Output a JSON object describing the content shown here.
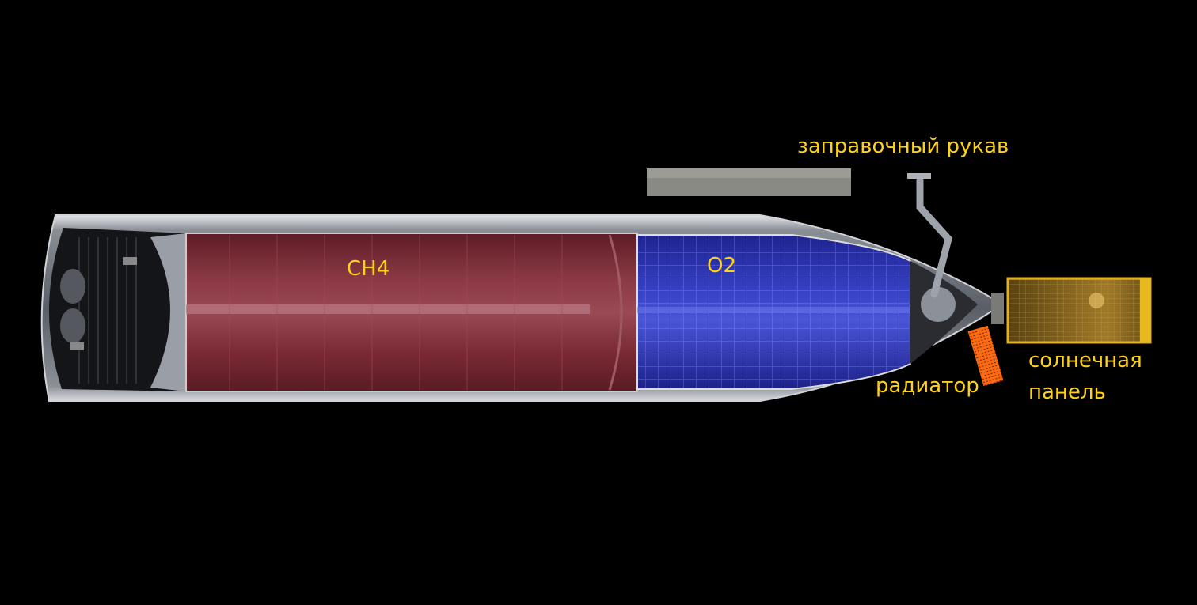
{
  "diagram": {
    "labels": {
      "methane_tank": "CH4",
      "oxygen_tank": "O2",
      "refuel_arm": "заправочный рукав",
      "radiator": "радиатор",
      "solar_panel_line1": "солнечная",
      "solar_panel_line2": "панель"
    },
    "colors": {
      "label": "#ffd21a",
      "methane_tank": "#7a2a35",
      "oxygen_tank": "#2b30a8",
      "hull": "#b9bcc2",
      "solar_panel": "#8a6a1c",
      "radiator": "#ff6a10"
    }
  }
}
